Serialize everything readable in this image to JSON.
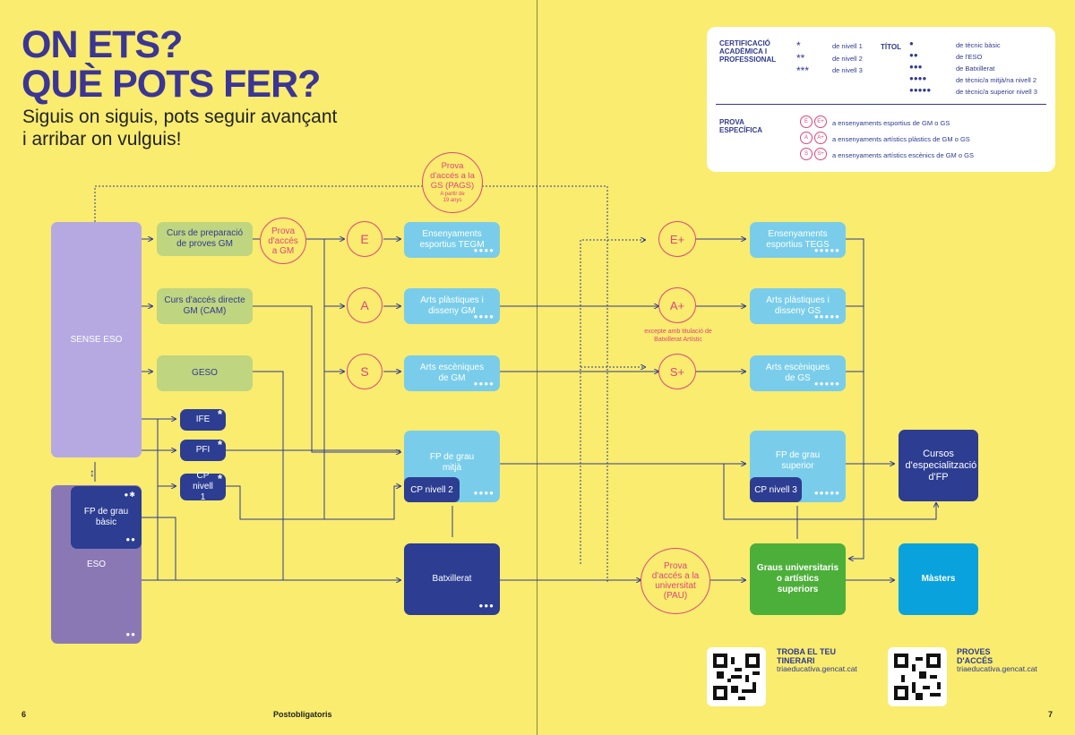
{
  "header": {
    "title_line1": "ON ETS?",
    "title_line2": "QUÈ POTS FER?",
    "subtitle_line1": "Siguis on siguis, pots seguir avançant",
    "subtitle_line2": "i arribar on vulguis!"
  },
  "legend": {
    "cert_label": "CERTIFICACIÓ ACADÈMICA I PROFESSIONAL",
    "cert": [
      {
        "symbol": "*",
        "text": "de nivell 1"
      },
      {
        "symbol": "**",
        "text": "de nivell 2"
      },
      {
        "symbol": "***",
        "text": "de nivell 3"
      }
    ],
    "titol_label": "TÍTOL",
    "titol": [
      {
        "symbol": "●",
        "text": "de tècnic bàsic"
      },
      {
        "symbol": "●●",
        "text": "de l'ESO"
      },
      {
        "symbol": "●●●",
        "text": "de Batxillerat"
      },
      {
        "symbol": "●●●●",
        "text": "de tècnic/a mitjà/na nivell 2"
      },
      {
        "symbol": "●●●●●",
        "text": "de tècnic/a superior nivell 3"
      }
    ],
    "prova_label": "PROVA ESPECÍFICA",
    "prova": [
      {
        "a": "E",
        "b": "E+",
        "text": "a ensenyaments esportius de GM o GS"
      },
      {
        "a": "A",
        "b": "A+",
        "text": "a ensenyaments artístics plàstics de GM o GS"
      },
      {
        "a": "S",
        "b": "S+",
        "text": "a ensenyaments artístics escènics de GM o GS"
      }
    ]
  },
  "diagram": {
    "sense_eso": "SENSE ESO",
    "eso": "ESO",
    "fp_basic": "FP de grau bàsic",
    "curs_prep": "Curs de preparació de proves GM",
    "prova_gm": "Prova d'accés a GM",
    "curs_cam": "Curs d'accés directe GM (CAM)",
    "geso": "GESO",
    "ife": "IFE",
    "pfi": "PFI",
    "cp1": "CP nivell 1",
    "pags": "Prova d'accés a la GS (PAGS)",
    "pags_note": "A partir de 19 anys",
    "e": "E",
    "a": "A",
    "s": "S",
    "tegm": "Ensenyaments esportius TEGM",
    "arts_gm": "Arts plàstiques i disseny GM",
    "esc_gm": "Arts escèniques de GM",
    "fp_mitja": "FP de grau mitjà",
    "cp2": "CP nivell 2",
    "batx": "Batxillerat",
    "eplus": "E+",
    "aplus": "A+",
    "splus": "S+",
    "aplus_note": "excepte amb titulació de Batxillerat Artístic",
    "pau": "Prova d'accés a la universitat (PAU)",
    "tegs": "Ensenyaments esportius TEGS",
    "arts_gs": "Arts plàstiques i disseny GS",
    "esc_gs": "Arts escèniques de GS",
    "fp_sup": "FP de grau superior",
    "cp3": "CP nivell 3",
    "cursos_esp": "Cursos d'especialització d'FP",
    "graus": "Graus universitaris o artístics superiors",
    "masters": "Màsters"
  },
  "qr": [
    {
      "title": "TROBA EL TEU TINERARI",
      "url": "triaeducativa.gencat.cat"
    },
    {
      "title": "PROVES D'ACCÉS",
      "url": "triaeducativa.gencat.cat"
    }
  ],
  "footer": {
    "page_left": "6",
    "section": "Postobligatoris",
    "page_right": "7"
  },
  "colors": {
    "background": "#f9ec6f",
    "navy": "#2c3d92",
    "magenta": "#e0457b",
    "green": "#4caf3a",
    "cyan": "#79cdea"
  }
}
